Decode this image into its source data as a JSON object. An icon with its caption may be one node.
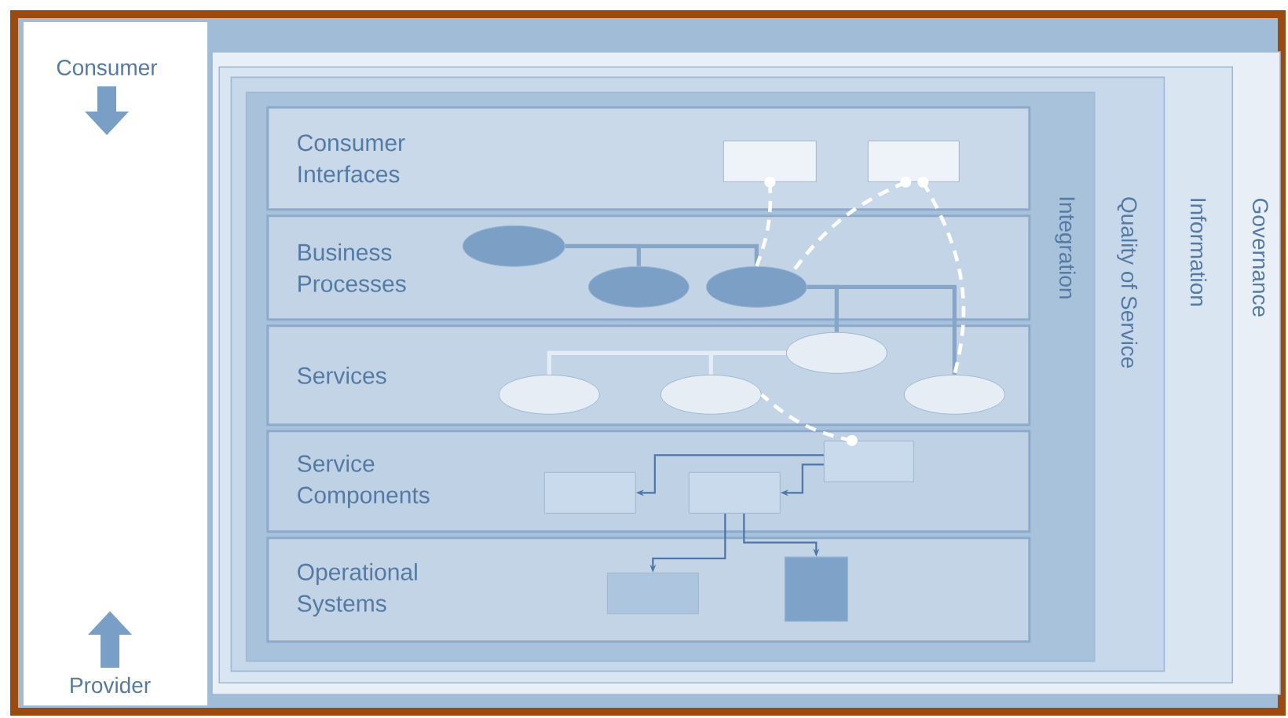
{
  "diagram": {
    "nodes": [
      {
        "text": [
          "Governance"
        ]
      },
      {
        "text": [
          "Information"
        ],
        "in": 0
      },
      {
        "text": [
          "Quality of Service"
        ],
        "in": 1
      },
      {
        "text": [
          "Integration"
        ],
        "in": 2
      },
      {
        "text": [
          "Consumer Interfaces"
        ],
        "in": 3
      },
      {
        "text": [
          "Business Processes"
        ],
        "in": 3
      },
      {
        "text": [
          "Services"
        ],
        "in": 3
      },
      {
        "text": [
          "Service Components"
        ],
        "in": 3
      },
      {
        "text": [
          "Operational Systems"
        ],
        "in": 3
      },
      {
        "text": [],
        "shape": "box",
        "in": 4
      },
      {
        "text": [],
        "shape": "box",
        "in": 4
      },
      {
        "text": [],
        "shape": "ellipse",
        "in": 5
      },
      {
        "text": [],
        "shape": "ellipse",
        "in": 5
      },
      {
        "text": [],
        "shape": "ellipse",
        "in": 5
      },
      {
        "text": [],
        "shape": "ellipse",
        "in": 6
      },
      {
        "text": [],
        "shape": "ellipse",
        "in": 6
      },
      {
        "text": [],
        "shape": "ellipse",
        "in": 6
      },
      {
        "text": [],
        "shape": "ellipse",
        "in": 6
      },
      {
        "text": [],
        "shape": "box",
        "in": 7
      },
      {
        "text": [],
        "shape": "box",
        "in": 7
      },
      {
        "text": [],
        "shape": "box",
        "in": 7
      },
      {
        "text": [],
        "shape": "box",
        "in": 8
      },
      {
        "text": [],
        "shape": "cylinder",
        "in": 8
      }
    ],
    "edges": [
      {
        "from": 11,
        "to": 12,
        "arrow": "none",
        "color": "#86a6c9"
      },
      {
        "from": 11,
        "to": 13,
        "arrow": "none",
        "color": "#86a6c9"
      },
      {
        "from": 13,
        "to": 14,
        "arrow": "none",
        "color": "#86a6c9"
      },
      {
        "from": 13,
        "to": 17,
        "arrow": "none",
        "color": "#86a6c9"
      },
      {
        "from": 14,
        "to": 15,
        "arrow": "none",
        "color": "#e4ecf4"
      },
      {
        "from": 14,
        "to": 16,
        "arrow": "none",
        "color": "#e4ecf4"
      },
      {
        "from": 9,
        "to": 13,
        "arrow": "other",
        "style": "dashed",
        "color": "#ffffff"
      },
      {
        "from": 10,
        "to": 13,
        "arrow": "other",
        "style": "dashed",
        "color": "#ffffff"
      },
      {
        "from": 10,
        "to": 17,
        "arrow": "other",
        "style": "dashed",
        "color": "#ffffff"
      },
      {
        "from": 18,
        "to": 16,
        "arrow": "other",
        "style": "dashed",
        "color": "#ffffff"
      },
      {
        "from": 18,
        "to": 19,
        "arrow": "to"
      },
      {
        "from": 18,
        "to": 20,
        "arrow": "to"
      },
      {
        "from": 20,
        "to": 21,
        "arrow": "to"
      },
      {
        "from": 20,
        "to": 22,
        "arrow": "to"
      }
    ],
    "labels": [
      "Consumer",
      "Provider"
    ]
  }
}
